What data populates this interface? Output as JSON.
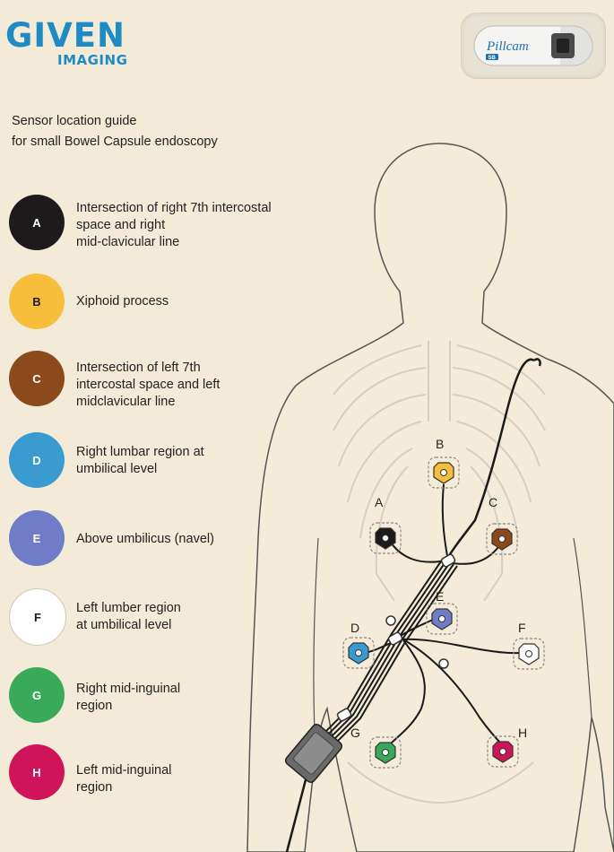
{
  "logo": {
    "brand": "GIVEN",
    "sub": "IMAGING"
  },
  "capsule": {
    "brand": "Pillcam",
    "tag": "SB"
  },
  "title": {
    "line1": "Sensor location guide",
    "line2": "for small Bowel Capsule endoscopy"
  },
  "legend": [
    {
      "letter": "A",
      "color": "#1c1a1a",
      "text_color": "#ffffff",
      "lines": [
        "Intersection of right 7th intercostal",
        "space and right",
        "mid-clavicular line"
      ]
    },
    {
      "letter": "B",
      "color": "#f7be3c",
      "text_color": "#1a1a1a",
      "lines": [
        "Xiphoid process"
      ]
    },
    {
      "letter": "C",
      "color": "#8a4a1c",
      "text_color": "#ffffff",
      "lines": [
        "Intersection of left 7th",
        "intercostal space and left",
        "midclavicular line"
      ]
    },
    {
      "letter": "D",
      "color": "#3a9bd1",
      "text_color": "#ffffff",
      "lines": [
        "Right lumbar region at",
        "umbilical level"
      ]
    },
    {
      "letter": "E",
      "color": "#6f7dc8",
      "text_color": "#ffffff",
      "lines": [
        "Above umbilicus (navel)"
      ]
    },
    {
      "letter": "F",
      "color": "#ffffff",
      "text_color": "#1a1a1a",
      "lines": [
        "Left lumber region",
        "at umbilical level"
      ]
    },
    {
      "letter": "G",
      "color": "#3aaa5a",
      "text_color": "#ffffff",
      "lines": [
        "Right mid-inguinal",
        "region"
      ]
    },
    {
      "letter": "H",
      "color": "#d0145a",
      "text_color": "#ffffff",
      "lines": [
        "Left mid-inguinal",
        "region"
      ]
    }
  ],
  "sensors": {
    "A": {
      "label": "A",
      "color": "#1c1a1a"
    },
    "B": {
      "label": "B",
      "color": "#f7be3c"
    },
    "C": {
      "label": "C",
      "color": "#8a4a1c"
    },
    "D": {
      "label": "D",
      "color": "#3a9bd1"
    },
    "E": {
      "label": "E",
      "color": "#6f7dc8"
    },
    "F": {
      "label": "F",
      "color": "#ffffff"
    },
    "G": {
      "label": "G",
      "color": "#3aaa5a"
    },
    "H": {
      "label": "H",
      "color": "#d0145a"
    }
  }
}
